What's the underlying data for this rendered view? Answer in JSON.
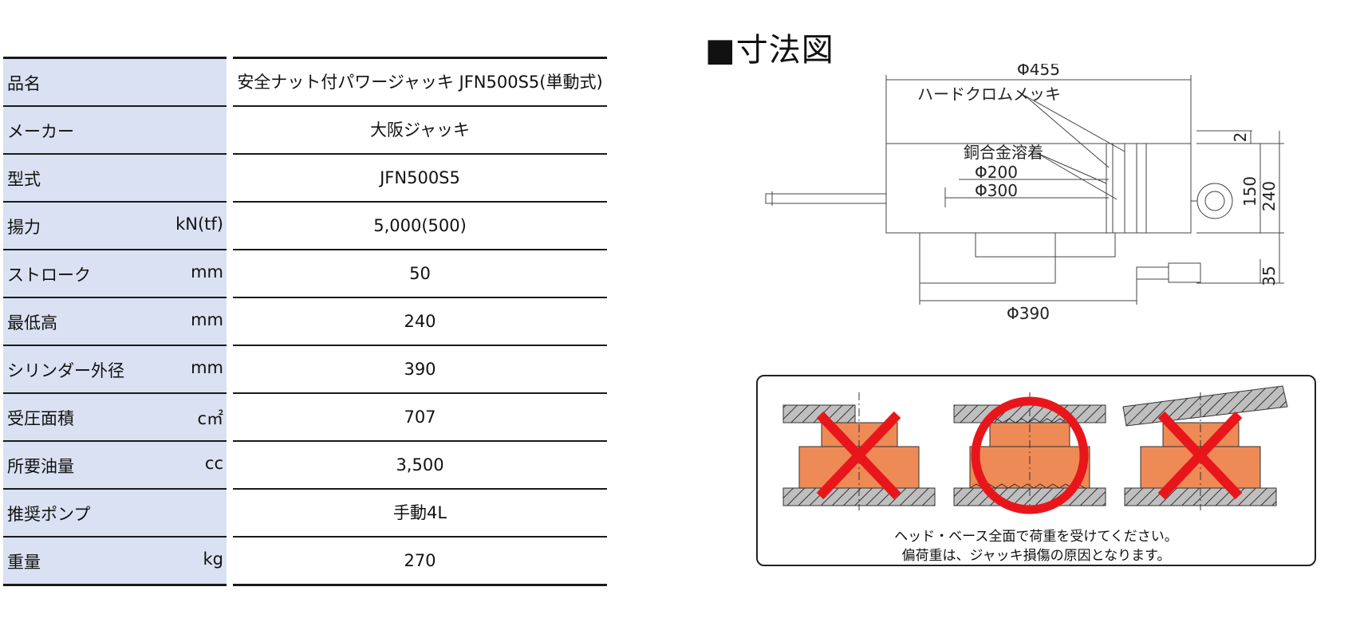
{
  "spec": {
    "rows": [
      {
        "label": "品名",
        "unit": "",
        "value": "安全ナット付パワージャッキ JFN500S5(単動式)"
      },
      {
        "label": "メーカー",
        "unit": "",
        "value": "大阪ジャッキ"
      },
      {
        "label": "型式",
        "unit": "",
        "value": "JFN500S5"
      },
      {
        "label": "揚力",
        "unit": "kN(tf)",
        "value": "5,000(500)"
      },
      {
        "label": "ストローク",
        "unit": "mm",
        "value": "50"
      },
      {
        "label": "最低高",
        "unit": "mm",
        "value": "240"
      },
      {
        "label": "シリンダー外径",
        "unit": "mm",
        "value": "390"
      },
      {
        "label": "受圧面積",
        "unit": "c㎡",
        "value": "707"
      },
      {
        "label": "所要油量",
        "unit": "cc",
        "value": "3,500"
      },
      {
        "label": "推奨ポンプ",
        "unit": "",
        "value": "手動4L"
      },
      {
        "label": "重量",
        "unit": "kg",
        "value": "270"
      }
    ]
  },
  "drawing": {
    "title": "■寸法図",
    "dim_455": "Φ455",
    "dim_390": "Φ390",
    "dim_200": "Φ200",
    "dim_300": "Φ300",
    "dim_2": "2",
    "dim_150": "150",
    "dim_240": "240",
    "dim_35": "35",
    "label_chrome": "ハードクロムメッキ",
    "label_copper": "銅合金溶着"
  },
  "notice": {
    "line1": "ヘッド・ベース全面で荷重を受けてください。",
    "line2": "偏荷重は、ジャッキ損傷の原因となります。",
    "colors": {
      "block": "#ee8a55",
      "hatch": "#bfbfbf",
      "cross": "#e8161b",
      "circle": "#e8161b"
    }
  }
}
